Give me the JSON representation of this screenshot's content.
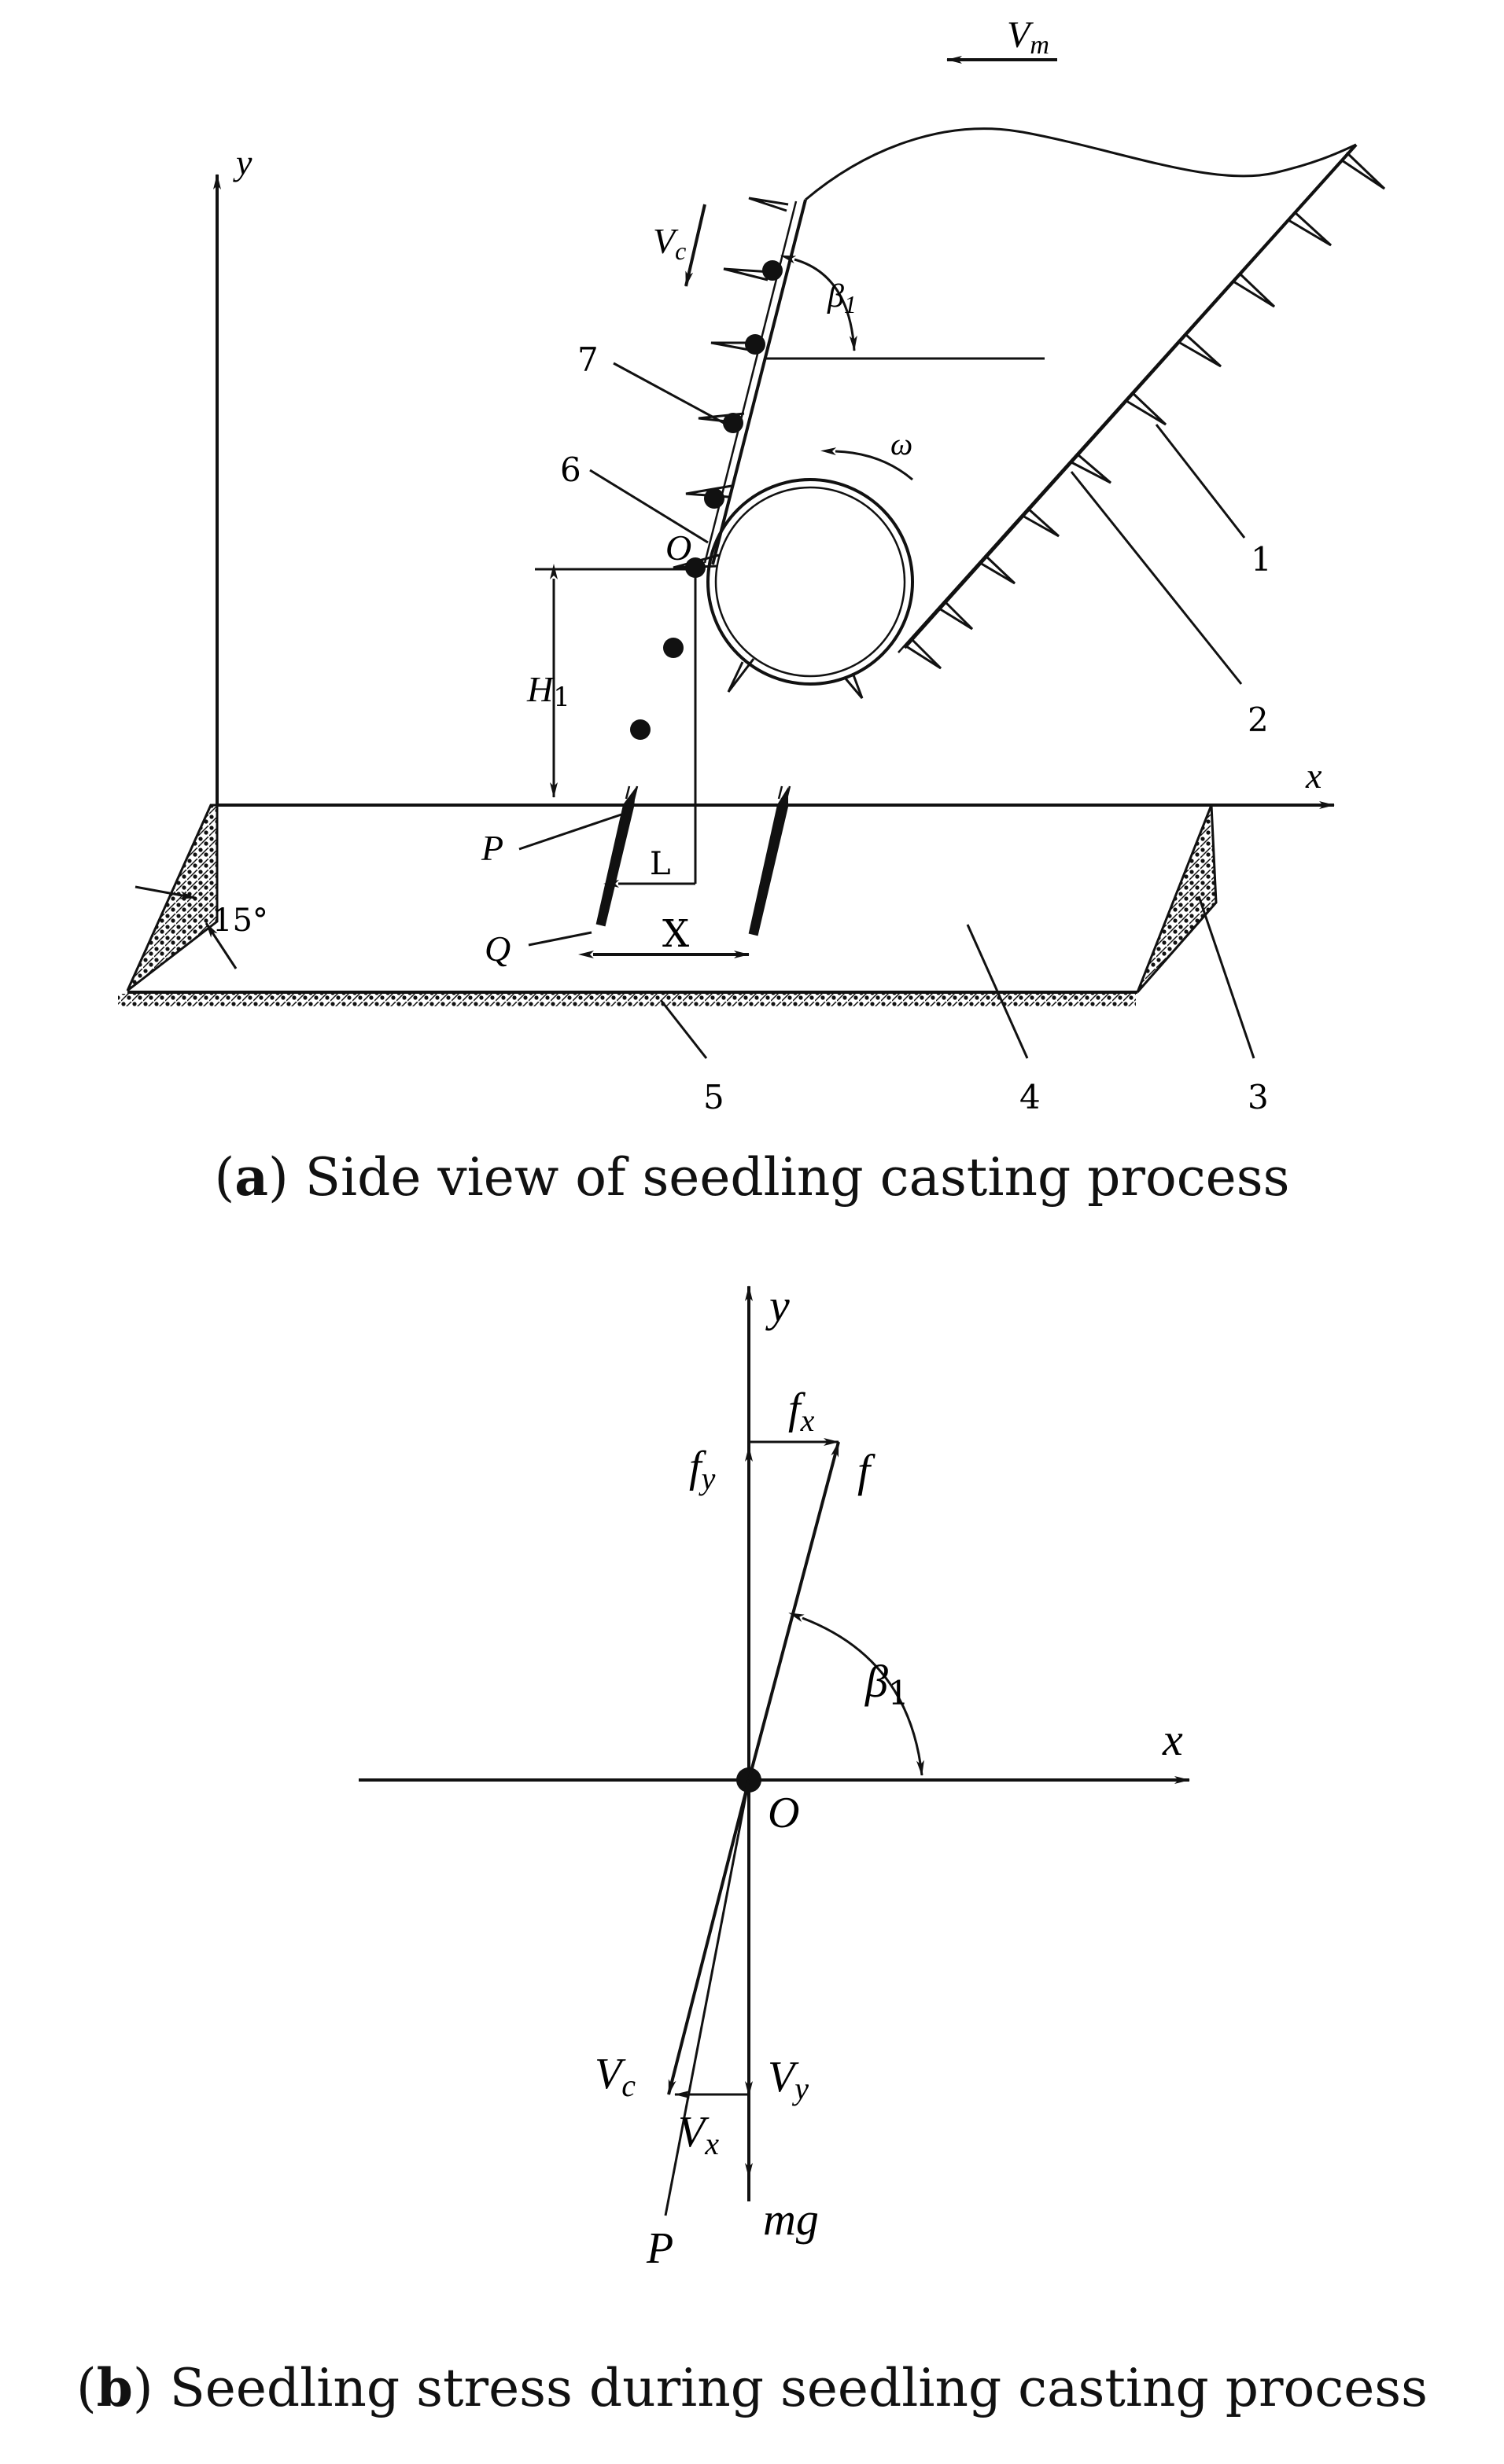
{
  "panel_a": {
    "caption_letter": "a",
    "caption_text": " Side view of seedling casting process",
    "labels": {
      "y_axis": "y",
      "x_axis": "x",
      "vm": "V",
      "vm_sub": "m",
      "vc": "V",
      "vc_sub": "c",
      "beta": "β",
      "beta_sub": "1",
      "omega": "ω",
      "origin": "O",
      "h": "H",
      "h_sub": "1",
      "p": "P",
      "q": "Q",
      "l": "L",
      "x_dist": "X",
      "angle": "15°"
    },
    "part_numbers": [
      "1",
      "2",
      "3",
      "4",
      "5",
      "6",
      "7"
    ]
  },
  "panel_b": {
    "caption_letter": "b",
    "caption_text": " Seedling stress during seedling casting process",
    "labels": {
      "y_axis": "y",
      "x_axis": "x",
      "fx": "f",
      "fx_sub": "x",
      "fy": "f",
      "fy_sub": "y",
      "f": "f",
      "beta": "β",
      "beta_sub": "1",
      "origin": "O",
      "vc": "V",
      "vc_sub": "c",
      "vy": "V",
      "vy_sub": "y",
      "vx": "V",
      "vx_sub": "x",
      "mg": "mg",
      "p": "P"
    }
  }
}
